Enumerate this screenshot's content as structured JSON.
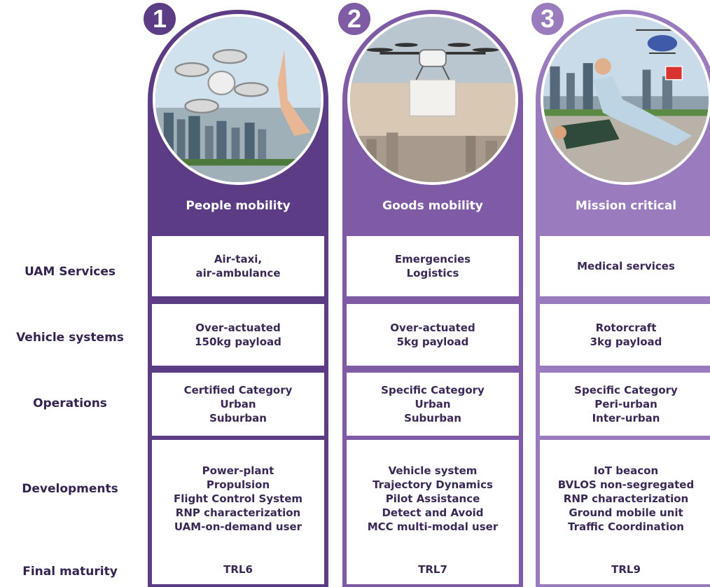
{
  "row_labels": {
    "uam_services": "UAM Services",
    "vehicle_systems": "Vehicle systems",
    "operations": "Operations",
    "developments": "Developments",
    "final_maturity": "Final maturity"
  },
  "columns": [
    {
      "number": "1",
      "title": "People mobility",
      "uam_services": [
        "Air-taxi,",
        "air-ambulance"
      ],
      "vehicle_systems": [
        "Over-actuated",
        "150kg payload"
      ],
      "operations": [
        "Certified Category",
        "Urban",
        "Suburban"
      ],
      "developments": [
        "Power-plant",
        "Propulsion",
        "Flight Control System",
        "RNP characterization",
        "UAM-on-demand user"
      ],
      "final_maturity": "TRL6"
    },
    {
      "number": "2",
      "title": "Goods mobility",
      "uam_services": [
        "Emergencies",
        "Logistics"
      ],
      "vehicle_systems": [
        "Over-actuated",
        "5kg payload"
      ],
      "operations": [
        "Specific Category",
        "Urban",
        "Suburban"
      ],
      "developments": [
        "Vehicle system",
        "Trajectory Dynamics",
        "Pilot Assistance",
        "Detect and Avoid",
        "MCC multi-modal user"
      ],
      "final_maturity": "TRL7"
    },
    {
      "number": "3",
      "title": "Mission critical",
      "uam_services": [
        "Medical services"
      ],
      "vehicle_systems": [
        "Rotorcraft",
        "3kg payload"
      ],
      "operations": [
        "Specific Category",
        "Peri-urban",
        "Inter-urban"
      ],
      "developments": [
        "IoT beacon",
        "BVLOS non-segregated",
        "RNP characterization",
        "Ground mobile unit",
        "Traffic Coordination"
      ],
      "final_maturity": "TRL9"
    }
  ],
  "colors": {
    "column_1": "#5c3c85",
    "column_2": "#7e5ba4",
    "column_3": "#9a7bbd",
    "label_text": "#35244f"
  }
}
